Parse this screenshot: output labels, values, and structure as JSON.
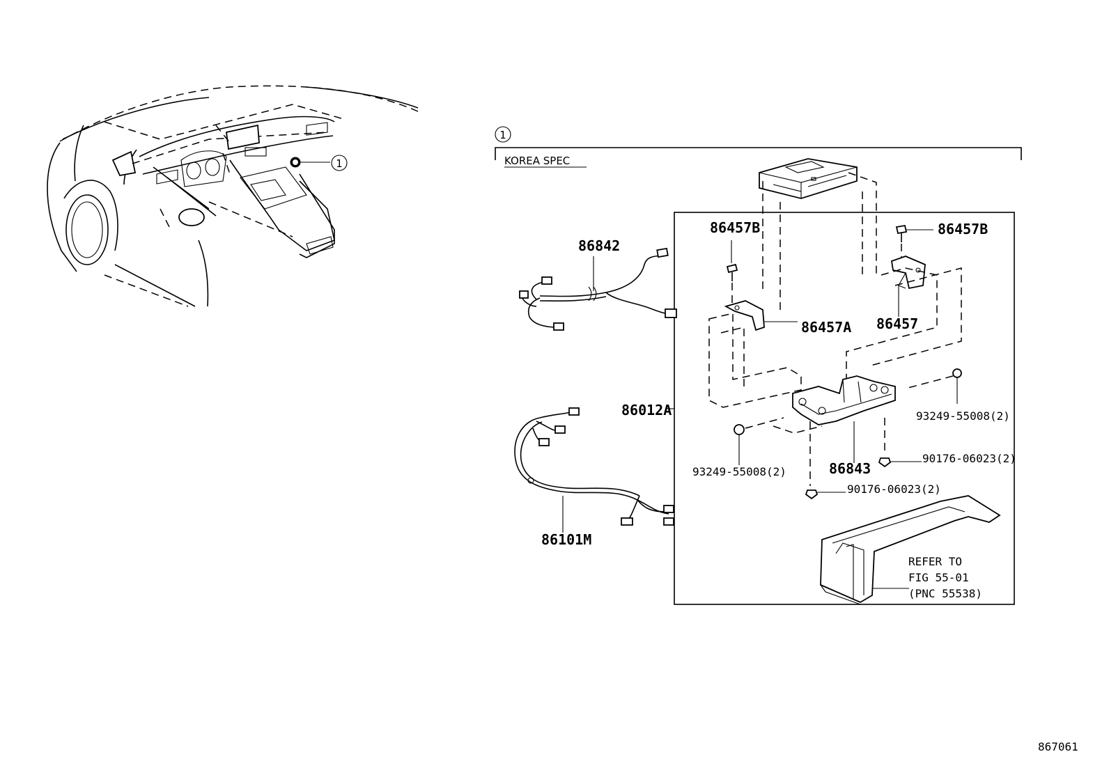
{
  "callout": "1",
  "section_label": "KOREA SPEC",
  "parts": {
    "harness_a": "86842",
    "harness_b": "86101M",
    "assembly": "86012A",
    "bracket_screw_l": "86457B",
    "bracket_screw_r": "86457B",
    "bracket_l": "86457A",
    "bracket_r": "86457",
    "bracket_lower": "86843",
    "screw_r": "93249-55008(2)",
    "screw_l": "93249-55008(2)",
    "nut_r": "90176-06023(2)",
    "nut_c": "90176-06023(2)"
  },
  "refer": {
    "line1": "REFER TO",
    "line2": "FIG 55-01",
    "line3": "(PNC 55538)"
  },
  "figure_number": "867061"
}
